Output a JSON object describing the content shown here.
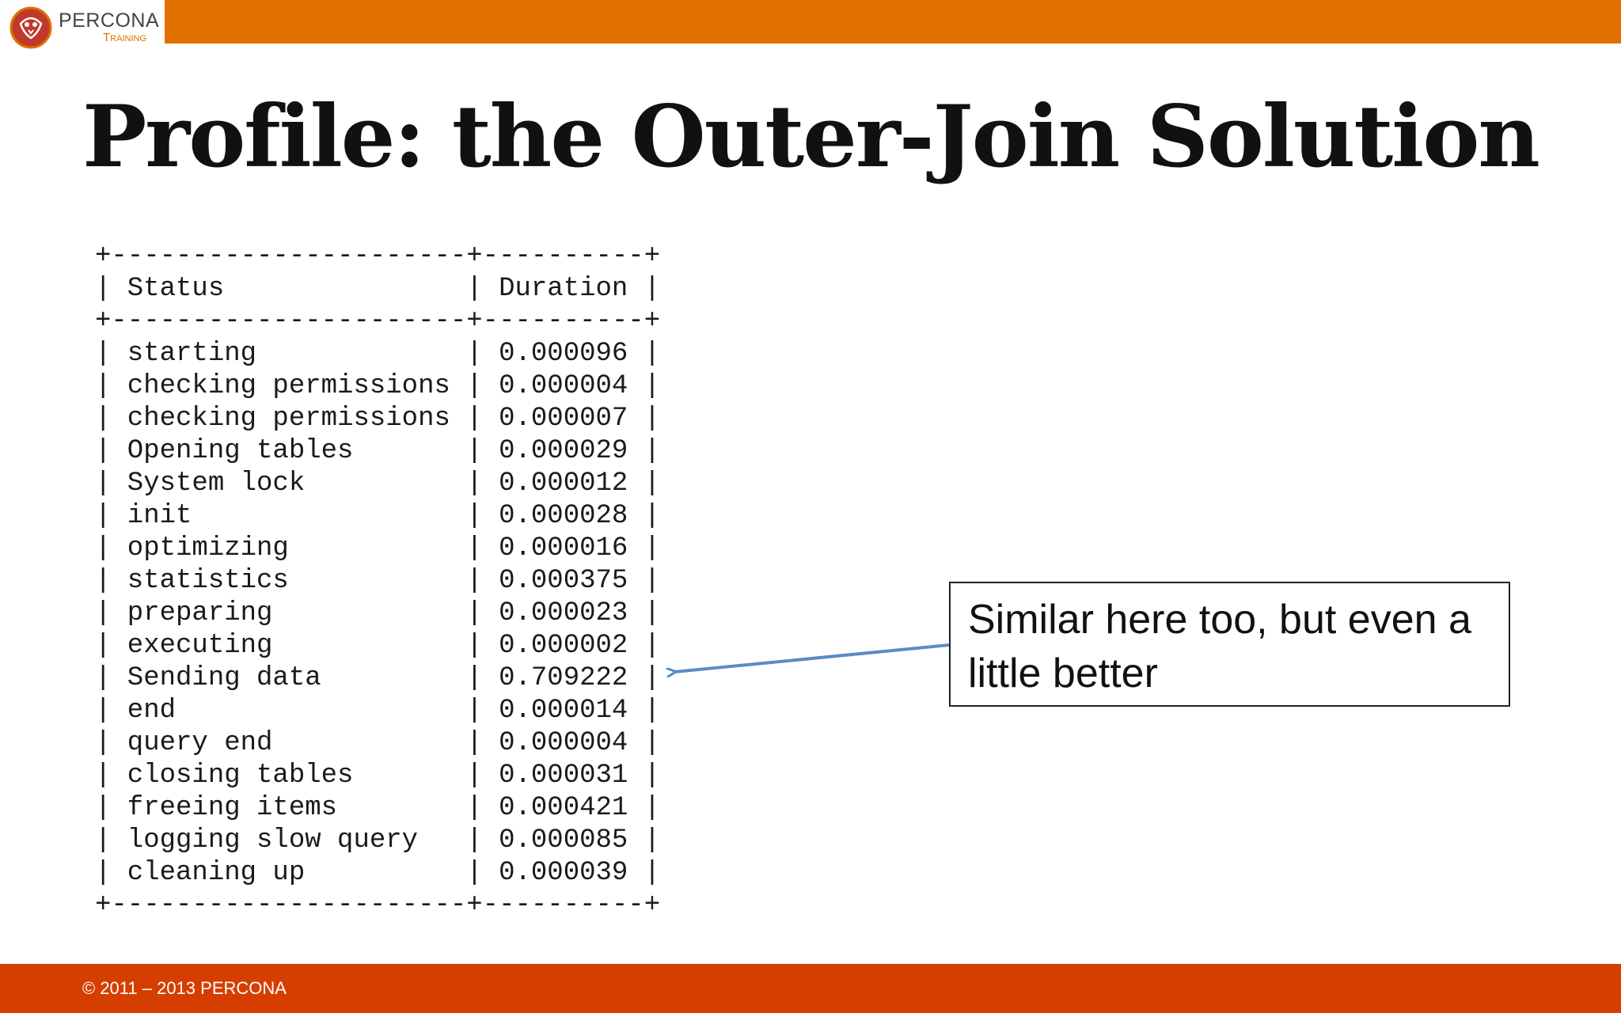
{
  "header": {
    "logo_name": "PERCONA",
    "logo_sub": "Training"
  },
  "title": "Profile: the Outer-Join Solution",
  "table": {
    "border": "+----------------------+----------+",
    "header": "| Status               | Duration |",
    "rows": [
      "| starting             | 0.000096 |",
      "| checking permissions | 0.000004 |",
      "| checking permissions | 0.000007 |",
      "| Opening tables       | 0.000029 |",
      "| System lock          | 0.000012 |",
      "| init                 | 0.000028 |",
      "| optimizing           | 0.000016 |",
      "| statistics           | 0.000375 |",
      "| preparing            | 0.000023 |",
      "| executing            | 0.000002 |",
      "| Sending data         | 0.709222 |",
      "| end                  | 0.000014 |",
      "| query end            | 0.000004 |",
      "| closing tables       | 0.000031 |",
      "| freeing items        | 0.000421 |",
      "| logging slow query   | 0.000085 |",
      "| cleaning up          | 0.000039 |"
    ]
  },
  "callout": {
    "text": "Similar here too, but even a little better"
  },
  "footer": {
    "copyright": "© 2011 – 2013 PERCONA"
  },
  "colors": {
    "header_orange": "#e07000",
    "footer_orange": "#d63e00",
    "arrow_blue": "#5b8bc5"
  }
}
